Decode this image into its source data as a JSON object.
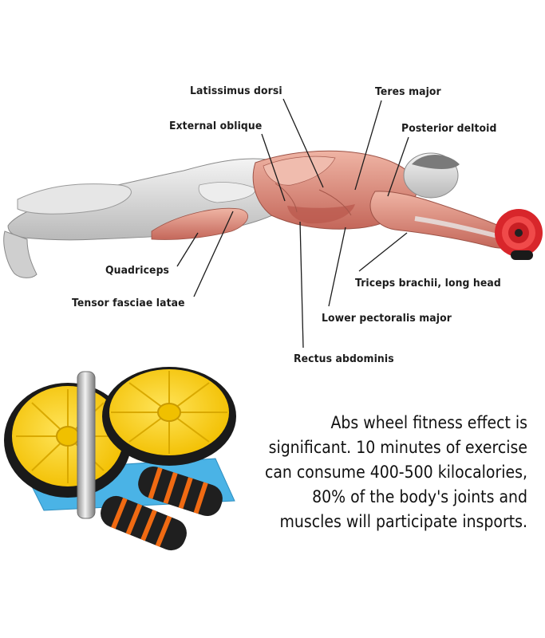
{
  "labels": {
    "latissimus": "Latissimus dorsi",
    "teres": "Teres major",
    "external_oblique": "External oblique",
    "posterior_deltoid": "Posterior deltoid",
    "quadriceps": "Quadriceps",
    "tensor": "Tensor fasciae latae",
    "triceps": "Triceps brachii, long head",
    "lower_pectoralis": "Lower pectoralis major",
    "rectus": "Rectus abdominis"
  },
  "description": {
    "line1": "Abs wheel fitness effect is",
    "line2": "significant. 10 minutes of exercise",
    "line3": "can consume 400-500 kilocalories,",
    "line4": "80% of the body's joints and",
    "line5": "muscles will participate insports."
  },
  "colors": {
    "muscle": "#d98a78",
    "wheel_yellow": "#ffd21f",
    "wheel_red": "#d8262b",
    "mat_blue": "#4ab3e6",
    "grip_orange": "#f06a12"
  }
}
